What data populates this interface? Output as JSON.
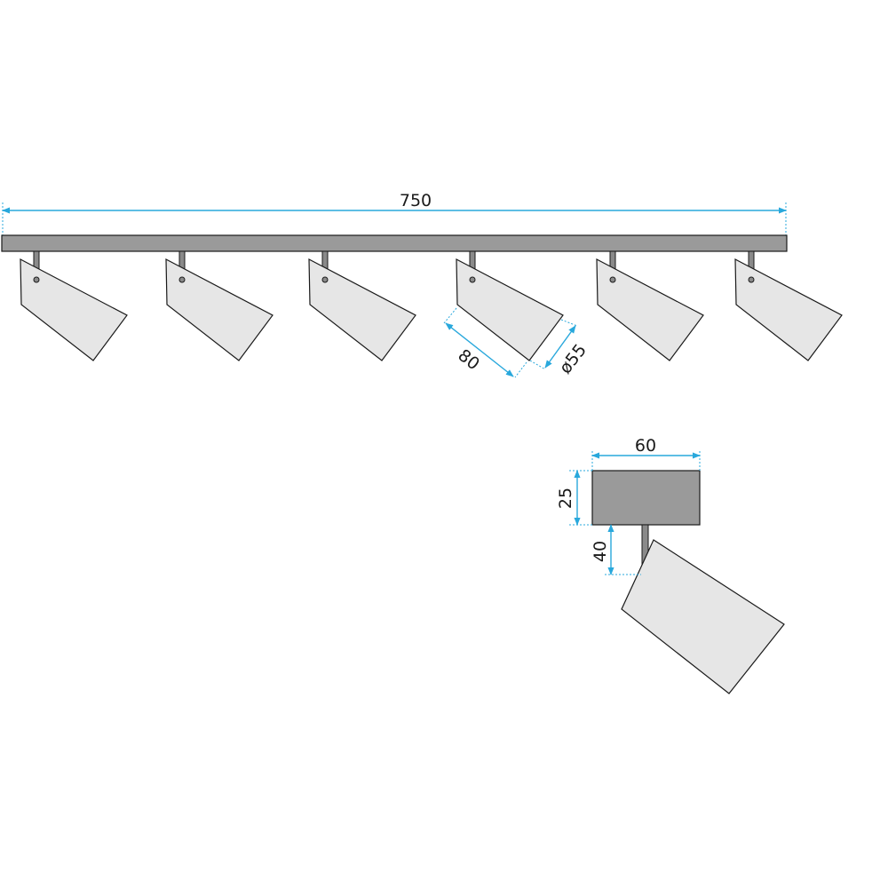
{
  "diagram": {
    "dimensions": {
      "total_length": "750",
      "shade_length": "80",
      "shade_diameter": "ø55",
      "mount_width": "60",
      "mount_height": "25",
      "stem_height": "40"
    },
    "colors": {
      "dimension_line": "#29a8dc",
      "mount": "#9a9a9a",
      "shade": "#e6e6e6",
      "outline": "#1a1a1a"
    },
    "spotlight_count": 6
  }
}
